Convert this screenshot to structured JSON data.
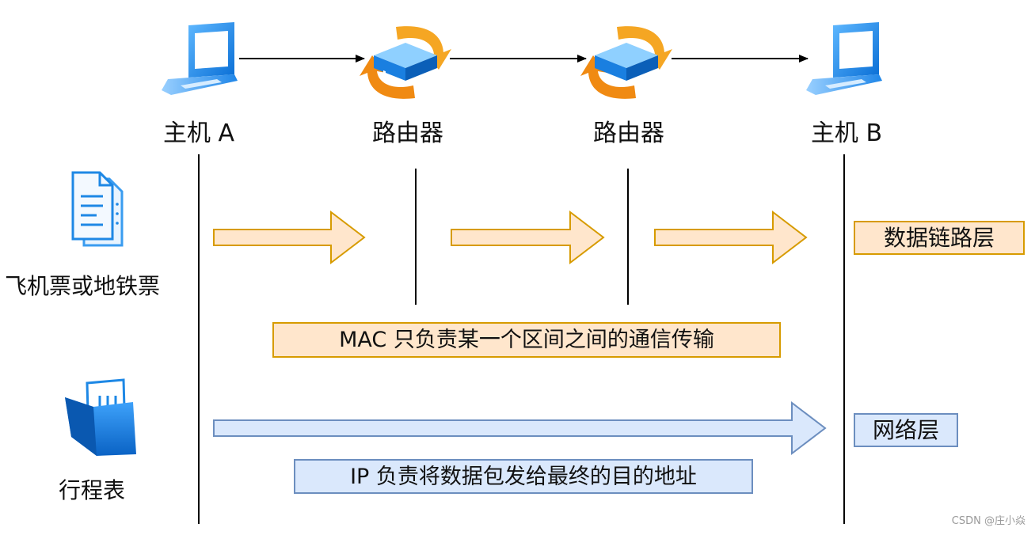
{
  "nodes": [
    {
      "label": "主机 A",
      "icon": "laptop-icon"
    },
    {
      "label": "路由器",
      "icon": "router-icon"
    },
    {
      "label": "路由器",
      "icon": "router-icon"
    },
    {
      "label": "主机 B",
      "icon": "laptop-icon"
    }
  ],
  "layers": {
    "data_link": {
      "analogy": "飞机票或地铁票",
      "analogy_icon": "document-icon",
      "layer_label": "数据链路层",
      "description": "MAC 只负责某一个区间之间的通信传输"
    },
    "network": {
      "analogy": "行程表",
      "analogy_icon": "folder-icon",
      "layer_label": "网络层",
      "description": "IP 负责将数据包发给最终的目的地址"
    }
  },
  "watermark": "CSDN @庄小焱",
  "colors": {
    "orange_fill": "#ffe6cc",
    "orange_stroke": "#d79b00",
    "blue_fill": "#dae8fc",
    "blue_stroke": "#6c8ebf",
    "icon_blue": "#1e90e6",
    "router_orange": "#f5a623"
  }
}
